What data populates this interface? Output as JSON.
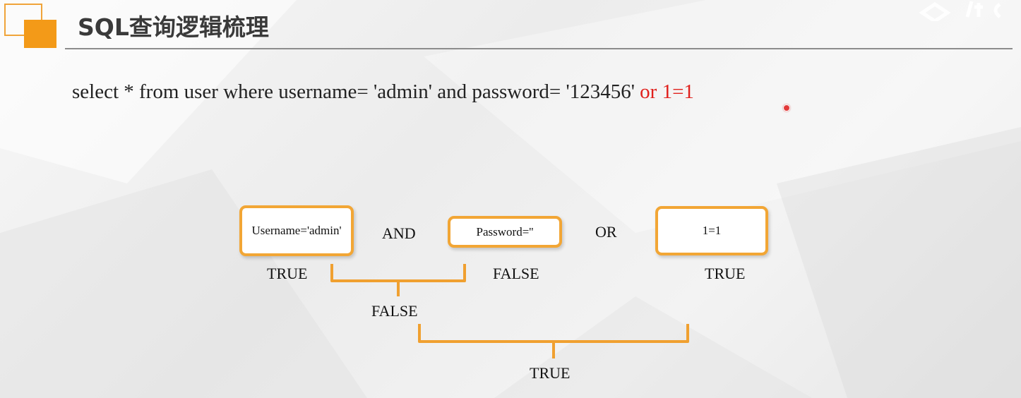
{
  "header": {
    "title": "SQL查询逻辑梳理",
    "accent_color": "#f39a18"
  },
  "query": {
    "main": "select * from user where username= 'admin' and password= '123456' ",
    "injected": "or 1=1",
    "injected_color": "#e0201c"
  },
  "diagram": {
    "boxes": {
      "username": "Username='admin'",
      "password": "Password=''",
      "one_equals_one": "1=1"
    },
    "operators": {
      "and": "AND",
      "or": "OR"
    },
    "results": {
      "username": "TRUE",
      "password": "FALSE",
      "one_equals_one": "TRUE",
      "and_result": "FALSE",
      "final": "TRUE"
    },
    "box_border_color": "#f2a635"
  }
}
